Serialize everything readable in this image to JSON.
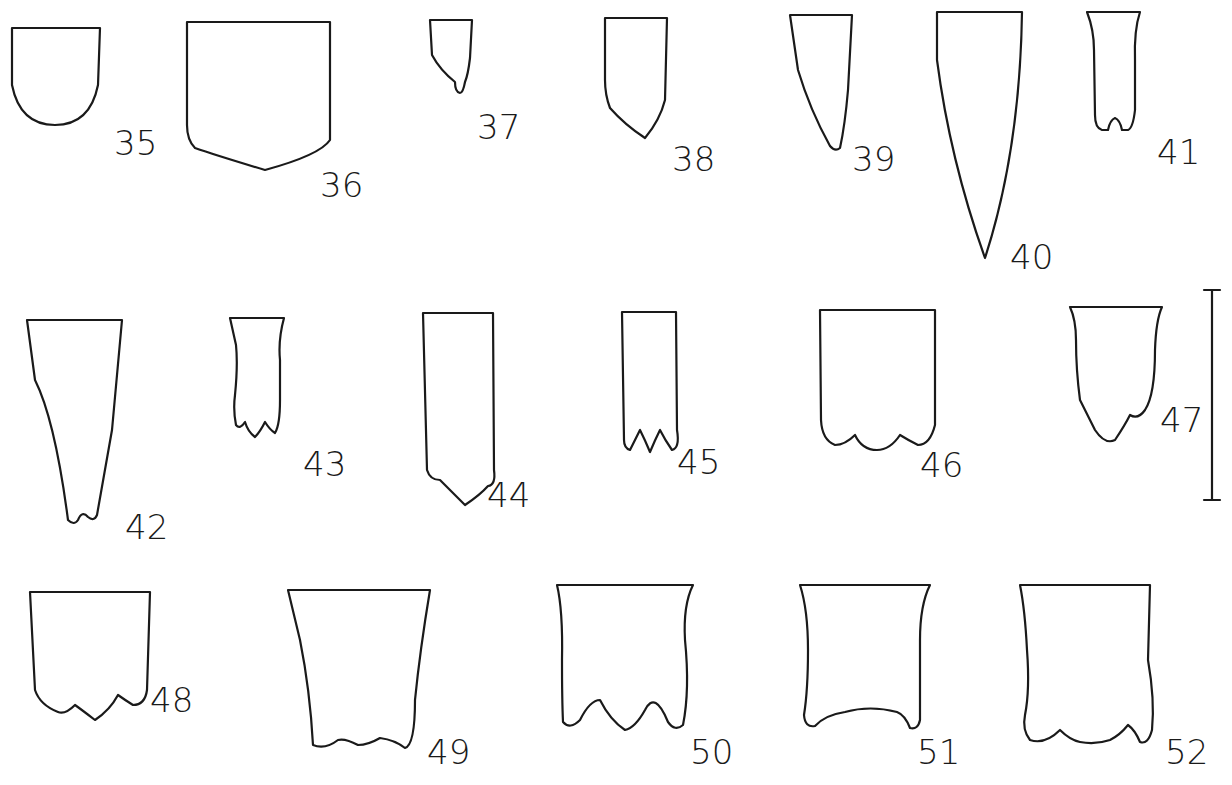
{
  "diagram": {
    "labels": [
      "35",
      "36",
      "37",
      "38",
      "39",
      "40",
      "41",
      "42",
      "43",
      "44",
      "45",
      "46",
      "47",
      "48",
      "49",
      "50",
      "51",
      "52"
    ]
  }
}
